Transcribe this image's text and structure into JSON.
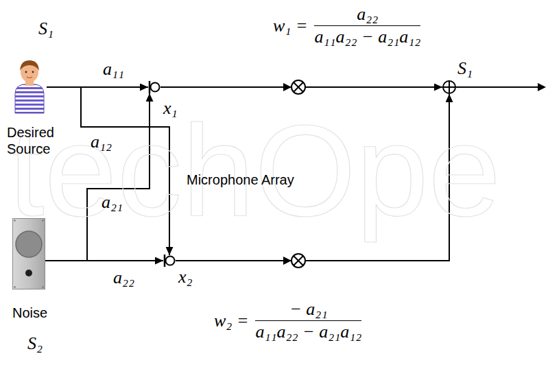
{
  "diagram": {
    "nodes": [
      {
        "text": [
          "S₁",
          "Desired Source"
        ]
      },
      {
        "text": [
          "x₁"
        ]
      },
      {
        "text": [
          "S₁"
        ]
      },
      {
        "text": [
          "Noise",
          "S₂"
        ]
      },
      {
        "text": [
          "x₂"
        ]
      }
    ],
    "edges": [
      {
        "from": 0,
        "to": 1,
        "arrow": "to",
        "label": "a₁₁"
      },
      {
        "from": 0,
        "to": 4,
        "arrow": "to",
        "label": "a₁₂"
      },
      {
        "from": 3,
        "to": 1,
        "arrow": "to",
        "label": "a₂₁"
      },
      {
        "from": 3,
        "to": 4,
        "arrow": "to",
        "label": "a₂₂"
      },
      {
        "from": 1,
        "to": 2,
        "arrow": "to"
      },
      {
        "from": 4,
        "to": 2,
        "arrow": "to"
      }
    ],
    "labels": [
      "w₁ =",
      "a₂₂",
      "a₁₁a₂₂ − a₂₁a₁₂",
      "Microphone Array",
      "w₂ =",
      "− a₂₁",
      "a₁₁a₂₂ − a₂₁a₁₂",
      "techOpe"
    ]
  }
}
